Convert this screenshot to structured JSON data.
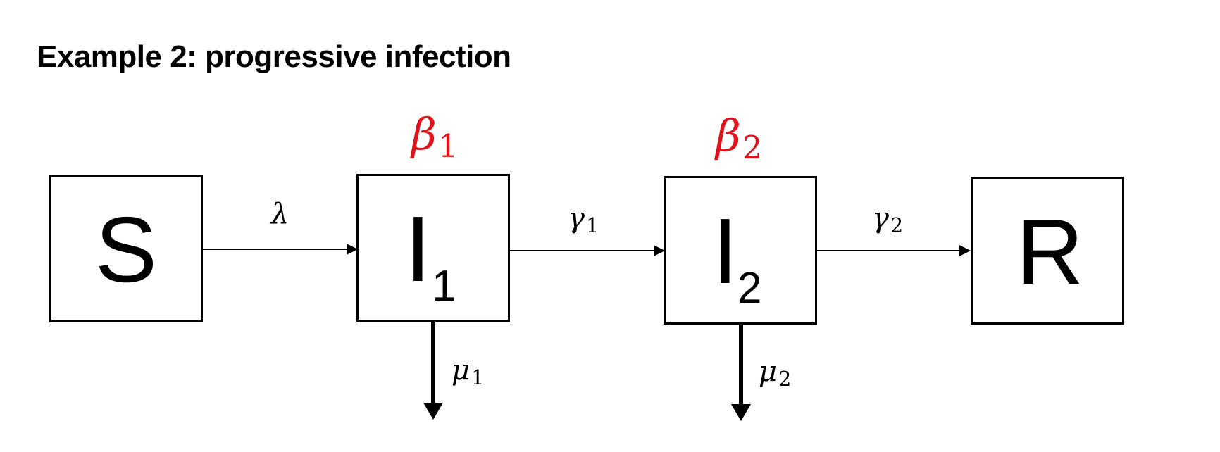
{
  "title": "Example 2: progressive infection",
  "compartments": {
    "S": {
      "letter": "S"
    },
    "I1": {
      "letter": "I",
      "subscript": "1"
    },
    "I2": {
      "letter": "I",
      "subscript": "2"
    },
    "R": {
      "letter": "R"
    }
  },
  "transmission_params": {
    "beta1": {
      "symbol": "β",
      "subscript": "1"
    },
    "beta2": {
      "symbol": "β",
      "subscript": "2"
    }
  },
  "rates": {
    "lambda": {
      "symbol": "λ"
    },
    "gamma1": {
      "symbol": "γ",
      "subscript": "1"
    },
    "gamma2": {
      "symbol": "γ",
      "subscript": "2"
    },
    "mu1": {
      "symbol": "μ",
      "subscript": "1"
    },
    "mu2": {
      "symbol": "μ",
      "subscript": "2"
    }
  },
  "colors": {
    "beta": "#e0131b",
    "line": "#000000"
  }
}
